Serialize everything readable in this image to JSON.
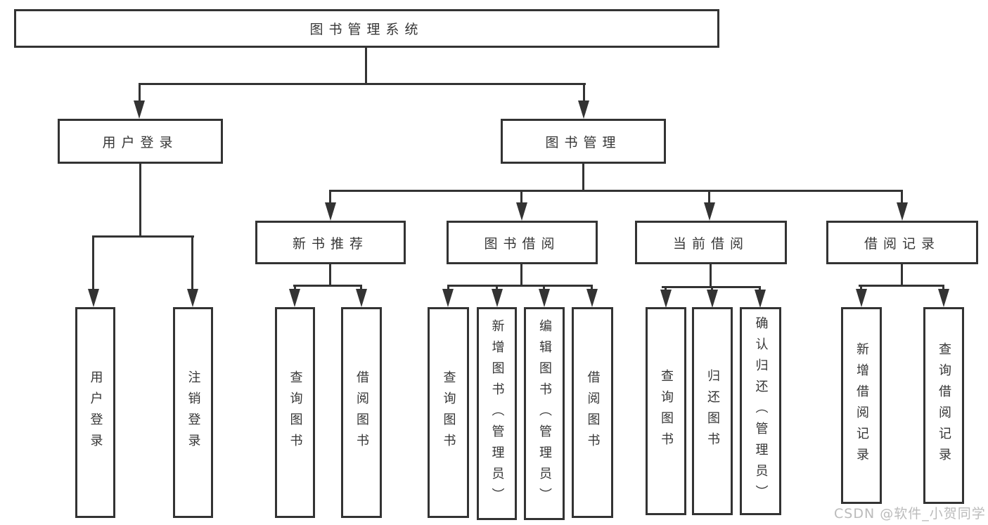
{
  "root": {
    "label": "图书管理系统"
  },
  "level2": {
    "user_login": {
      "label": "用户登录"
    },
    "book_mgmt": {
      "label": "图书管理"
    }
  },
  "level3": {
    "new_book_rec": {
      "label": "新书推荐"
    },
    "book_borrow": {
      "label": "图书借阅"
    },
    "current_borrow": {
      "label": "当前借阅"
    },
    "borrow_record": {
      "label": "借阅记录"
    }
  },
  "leaves": {
    "user_login": {
      "login": "用户登录",
      "logout": "注销登录"
    },
    "new_book_rec": {
      "query": "查询图书",
      "borrow": "借阅图书"
    },
    "book_borrow": {
      "query": "查询图书",
      "add": "新增图书（管理员）",
      "edit": "编辑图书（管理员）",
      "borrow": "借阅图书"
    },
    "current_borrow": {
      "query": "查询图书",
      "return": "归还图书",
      "confirm": "确认归还（管理员）"
    },
    "borrow_record": {
      "add": "新增借阅记录",
      "query": "查询借阅记录"
    }
  },
  "watermark": "CSDN @软件_小贺同学",
  "colors": {
    "line": "#333333",
    "text": "#363636",
    "background": "#ffffff",
    "watermark": "#a4a4a4"
  }
}
